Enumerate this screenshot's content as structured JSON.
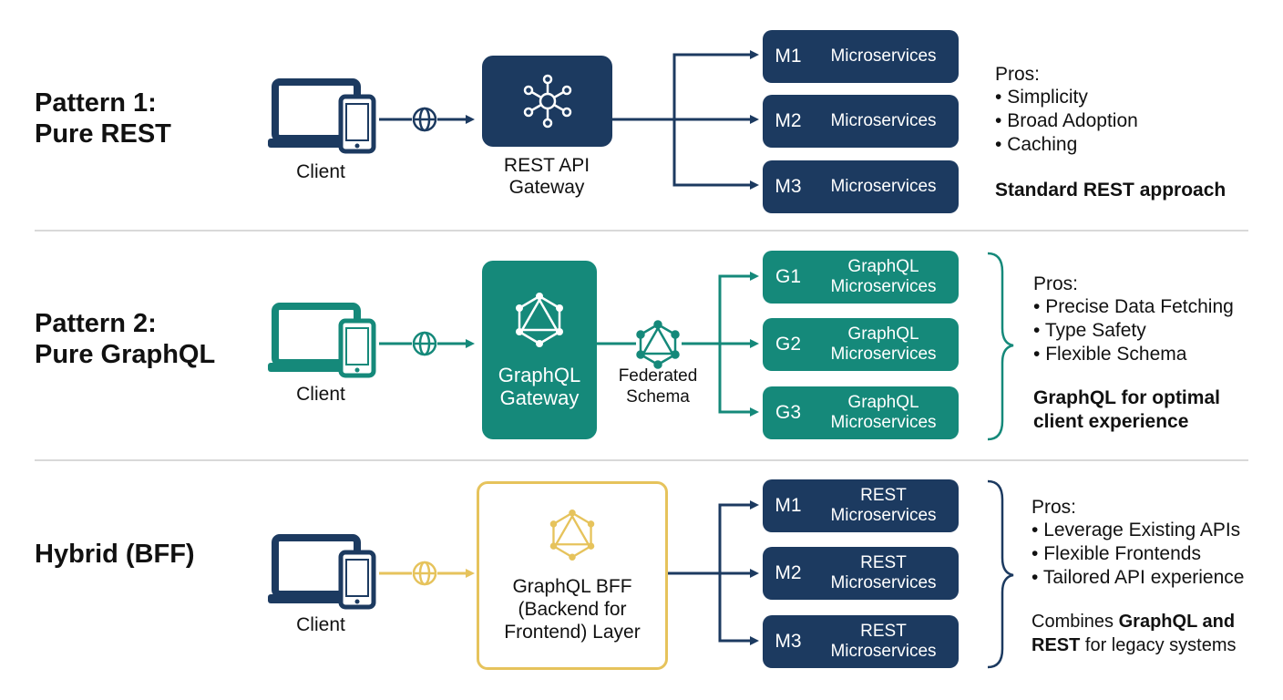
{
  "patterns": [
    {
      "title_line1": "Pattern 1:",
      "title_line2": "Pure REST",
      "client_label": "Client",
      "gateway_line1": "REST API",
      "gateway_line2": "Gateway",
      "services": [
        {
          "code": "M1",
          "line1": "Microservices",
          "line2": ""
        },
        {
          "code": "M2",
          "line1": "Microservices",
          "line2": ""
        },
        {
          "code": "M3",
          "line1": "Microservices",
          "line2": ""
        }
      ],
      "pros_heading": "Pros:",
      "pros": [
        "Simplicity",
        "Broad Adoption",
        "Caching"
      ],
      "summary": "Standard REST approach",
      "color": "#1c3a60"
    },
    {
      "title_line1": "Pattern 2:",
      "title_line2": "Pure GraphQL",
      "client_label": "Client",
      "gateway_line1": "GraphQL",
      "gateway_line2": "Gateway",
      "schema_line1": "Federated",
      "schema_line2": "Schema",
      "services": [
        {
          "code": "G1",
          "line1": "GraphQL",
          "line2": "Microservices"
        },
        {
          "code": "G2",
          "line1": "GraphQL",
          "line2": "Microservices"
        },
        {
          "code": "G3",
          "line1": "GraphQL",
          "line2": "Microservices"
        }
      ],
      "pros_heading": "Pros:",
      "pros": [
        "Precise Data Fetching",
        "Type Safety",
        "Flexible Schema"
      ],
      "summary_line1": "GraphQL for optimal",
      "summary_line2": "client experience",
      "color": "#15897a"
    },
    {
      "title_line1": "Hybrid (BFF)",
      "client_label": "Client",
      "gateway_line1": "GraphQL BFF",
      "gateway_line2": "(Backend for",
      "gateway_line3": "Frontend) Layer",
      "services": [
        {
          "code": "M1",
          "line1": "REST",
          "line2": "Microservices"
        },
        {
          "code": "M2",
          "line1": "REST",
          "line2": "Microservices"
        },
        {
          "code": "M3",
          "line1": "REST",
          "line2": "Microservices"
        }
      ],
      "pros_heading": "Pros:",
      "pros": [
        "Leverage Existing APIs",
        "Flexible Frontends",
        "Tailored API experience"
      ],
      "summary_a": "Combines ",
      "summary_b": "GraphQL and",
      "summary_c": "REST",
      "summary_d": " for legacy systems",
      "color": "#e6c35c"
    }
  ],
  "bullet": "•"
}
